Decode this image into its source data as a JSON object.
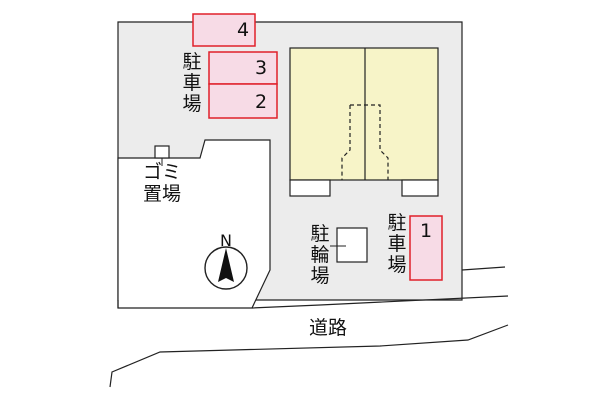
{
  "labels": {
    "parking_upper": "駐車場",
    "parking_lower": "駐車場",
    "garbage": "ゴミ置場",
    "garbage_line1": "ゴミ",
    "garbage_line2": "置場",
    "bicycle": "駐輪場",
    "road": "道路",
    "north": "N"
  },
  "parking_spaces": [
    {
      "number": "4"
    },
    {
      "number": "3"
    },
    {
      "number": "2"
    },
    {
      "number": "1"
    }
  ],
  "colors": {
    "lot_fill": "#ececec",
    "building_fill": "#f7f4c8",
    "parking_fill": "#f7dbe6",
    "parking_border": "#e0202a",
    "line": "#222222"
  }
}
